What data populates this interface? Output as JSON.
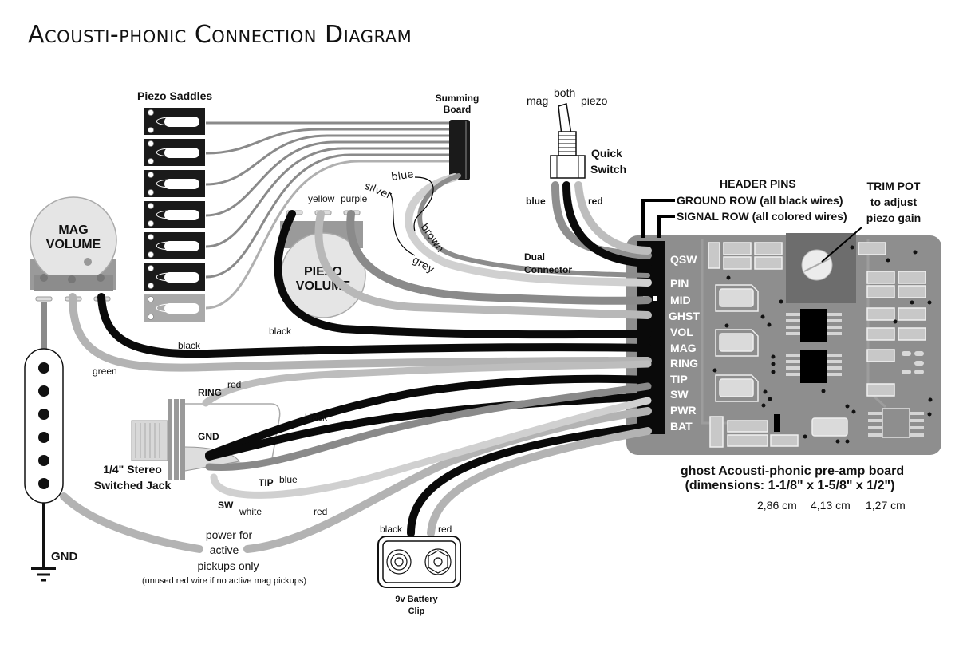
{
  "title": "Acousti-phonic Connection Diagram",
  "colors": {
    "wire_black": "#0a0a0a",
    "wire_dark_grey": "#7a7a7a",
    "wire_mid_grey": "#959595",
    "wire_light_grey": "#b8b8b8",
    "wire_very_light": "#d0d0d0",
    "board": "#8e8e8e",
    "board_dark": "#6e6e6e",
    "saddle": "#1a1a1a",
    "saddle_light": "#a9a9a9"
  },
  "piezo_saddles": {
    "label": "Piezo Saddles",
    "count": 7
  },
  "summing_board": {
    "label_line1": "Summing",
    "label_line2": "Board"
  },
  "summing_wires": {
    "blue": "blue",
    "silver": "silver",
    "brown": "brown",
    "grey": "grey"
  },
  "quick_switch": {
    "label_line1": "Quick",
    "label_line2": "Switch",
    "positions": [
      "mag",
      "both",
      "piezo"
    ],
    "wire_left": "blue",
    "wire_right": "red"
  },
  "dual_connector": {
    "label_line1": "Dual",
    "label_line2": "Connector"
  },
  "header_pins": {
    "title": "HEADER PINS",
    "ground_row": "GROUND ROW (all black wires)",
    "signal_row": "SIGNAL ROW (all colored wires)"
  },
  "trim_pot": {
    "line1": "TRIM POT",
    "line2": "to adjust",
    "line3": "piezo gain"
  },
  "board_pins": [
    "QSW",
    "PIN",
    "MID",
    "GHST",
    "VOL",
    "MAG",
    "RING",
    "TIP",
    "SW",
    "PWR",
    "BAT"
  ],
  "board": {
    "name": "ghost Acousti-phonic pre-amp board",
    "dimensions": "(dimensions: 1-1/8\" x 1-5/8\" x 1/2\")",
    "metric": [
      "2,86 cm",
      "4,13 cm",
      "1,27 cm"
    ]
  },
  "mag_volume": {
    "line1": "MAG",
    "line2": "VOLUME"
  },
  "piezo_volume": {
    "line1": "PIEZO",
    "line2": "VOLUME",
    "wire_yellow": "yellow",
    "wire_purple": "purple",
    "wire_black": "black"
  },
  "wire_labels": {
    "mag_black": "black",
    "mag_green": "green",
    "jack_red": "red",
    "jack_black": "black*",
    "jack_blue": "blue",
    "jack_white": "white",
    "power_red": "red"
  },
  "jack": {
    "label_line1": "1/4\" Stereo",
    "label_line2": "Switched Jack",
    "ring": "RING",
    "gnd": "GND",
    "tip": "TIP",
    "sw": "SW"
  },
  "pickup": {
    "gnd": "GND",
    "poles": 6
  },
  "power_note": {
    "line1": "power for",
    "line2": "active",
    "line3": "pickups only",
    "line4": "(unused red wire if no active mag pickups)"
  },
  "battery": {
    "wire_black": "black",
    "wire_red": "red",
    "label_line1": "9v Battery",
    "label_line2": "Clip"
  }
}
